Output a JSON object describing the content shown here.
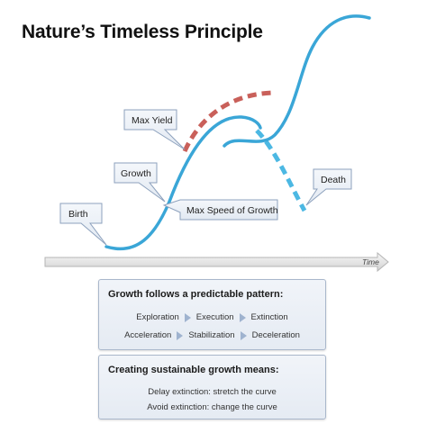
{
  "title": "Nature’s Timeless Principle",
  "callouts": {
    "birth": "Birth",
    "growth": "Growth",
    "max_yield": "Max Yield",
    "max_speed": "Max Speed of Growth",
    "death": "Death"
  },
  "axis": {
    "label": "Time"
  },
  "colors": {
    "curve": "#3aa6d7",
    "yield_dashed": "#c9605a",
    "death_dashed": "#4cb8e3"
  },
  "panel_pattern": {
    "heading": "Growth follows a predictable pattern:",
    "row1": [
      "Exploration",
      "Execution",
      "Extinction"
    ],
    "row2": [
      "Acceleration",
      "Stabilization",
      "Deceleration"
    ]
  },
  "panel_sustainable": {
    "heading": "Creating sustainable growth means:",
    "lines": [
      "Delay extinction: stretch the curve",
      "Avoid extinction: change the curve"
    ]
  }
}
